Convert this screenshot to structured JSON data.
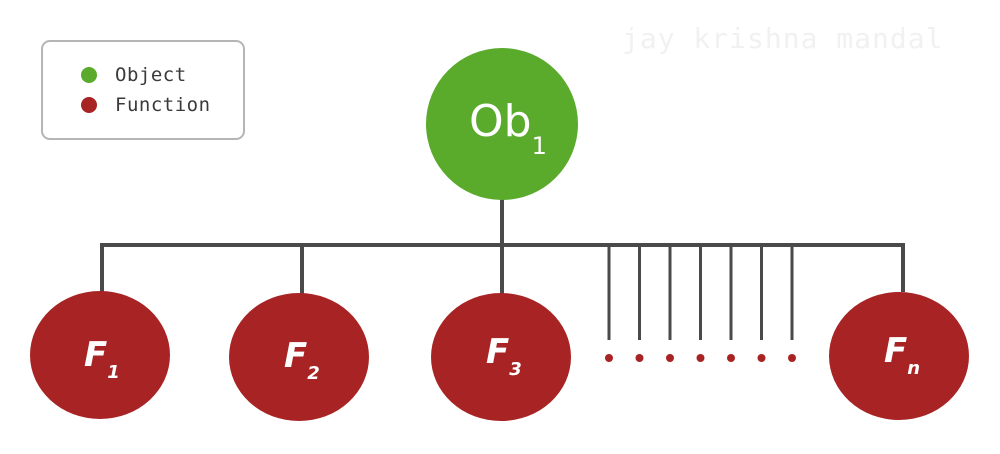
{
  "legend": {
    "items": [
      {
        "label": "Object",
        "color": "#5aaa2c"
      },
      {
        "label": "Function",
        "color": "#a82424"
      }
    ]
  },
  "watermark": "jay krishna mandal",
  "object_node": {
    "base": "Ob",
    "sub": "1",
    "color": "#5aaa2c"
  },
  "function_nodes": [
    {
      "base": "F",
      "sub": "1"
    },
    {
      "base": "F",
      "sub": "2"
    },
    {
      "base": "F",
      "sub": "3"
    },
    {
      "base": "F",
      "sub": "n"
    }
  ],
  "function_color": "#a82424",
  "line_color": "#4a4a4a",
  "ellipsis_dot_count": 7
}
